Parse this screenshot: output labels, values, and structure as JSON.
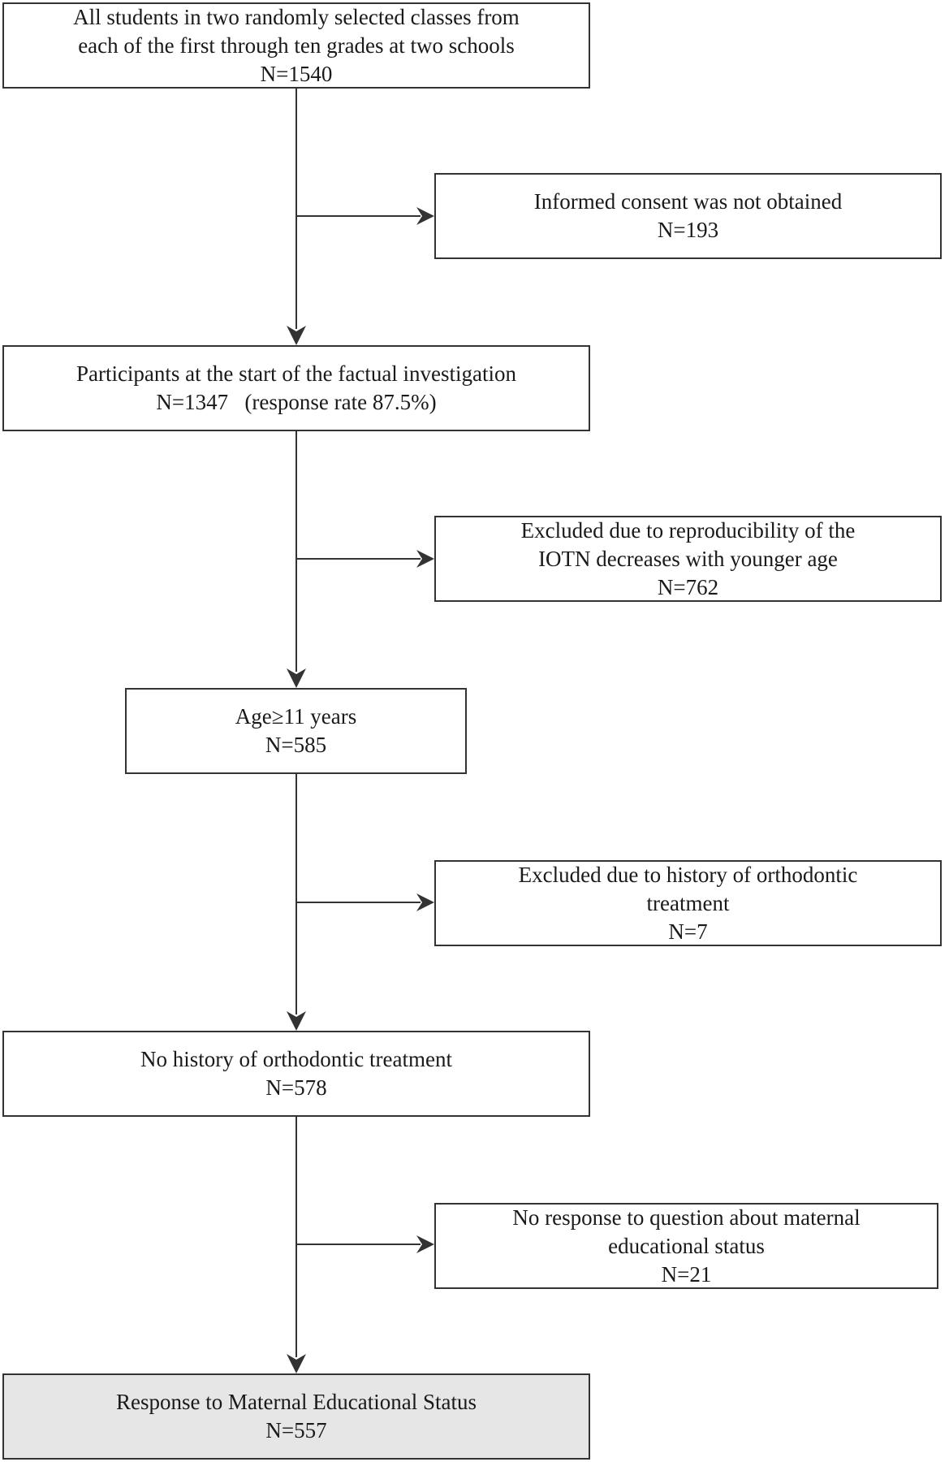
{
  "boxes": [
    {
      "id": "all-students",
      "lines": [
        "All students in two randomly selected classes from",
        "each of the first through ten grades at two schools",
        "N=1540"
      ]
    },
    {
      "id": "no-consent",
      "lines": [
        "Informed consent was not obtained",
        "N=193"
      ]
    },
    {
      "id": "participants",
      "lines": [
        "Participants at the start of the factual investigation",
        "N=1347   (response rate 87.5%)"
      ]
    },
    {
      "id": "excluded-age",
      "lines": [
        "Excluded due to reproducibility of the",
        "IOTN decreases with younger age",
        "N=762"
      ]
    },
    {
      "id": "age-11",
      "lines": [
        "Age≥11 years",
        "N=585"
      ]
    },
    {
      "id": "excluded-history",
      "lines": [
        "Excluded due to history of orthodontic",
        "treatment",
        "N=7"
      ]
    },
    {
      "id": "no-history",
      "lines": [
        "No history of orthodontic treatment",
        "N=578"
      ]
    },
    {
      "id": "no-response",
      "lines": [
        "No response to question about maternal",
        "educational status",
        "N=21"
      ]
    },
    {
      "id": "final",
      "lines": [
        "Response to Maternal Educational Status",
        "N=557"
      ]
    }
  ],
  "colors": {
    "stroke": "#333333",
    "final_fill": "#e6e6e6",
    "box_fill": "#ffffff"
  }
}
